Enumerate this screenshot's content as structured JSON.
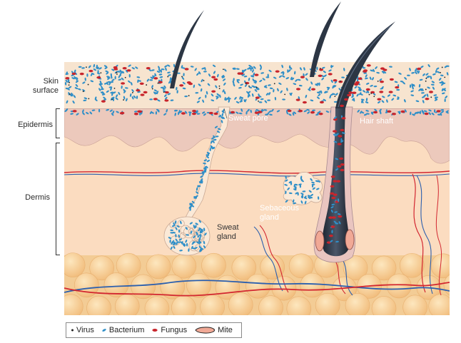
{
  "layers": {
    "skin_surface": "Skin\nsurface",
    "epidermis": "Epidermis",
    "dermis": "Dermis"
  },
  "structures": {
    "sweat_pore": "Sweat pore",
    "hair_shaft": "Hair shaft",
    "sweat_gland": "Sweat\ngland",
    "sebaceous_gland": "Sebaceous\ngland"
  },
  "legend": {
    "virus": "Virus",
    "bacterium": "Bacterium",
    "fungus": "Fungus",
    "mite": "Mite"
  },
  "colors": {
    "surface": "#f7e4cf",
    "epidermis": "#ecc9bc",
    "dermis": "#fbdcc0",
    "fat": "#f6c98a",
    "bacterium": "#2f8fc8",
    "fungus": "#c8252c",
    "hair": "#2c3644",
    "vessel_red": "#d22630",
    "vessel_blue": "#2b5fae"
  }
}
